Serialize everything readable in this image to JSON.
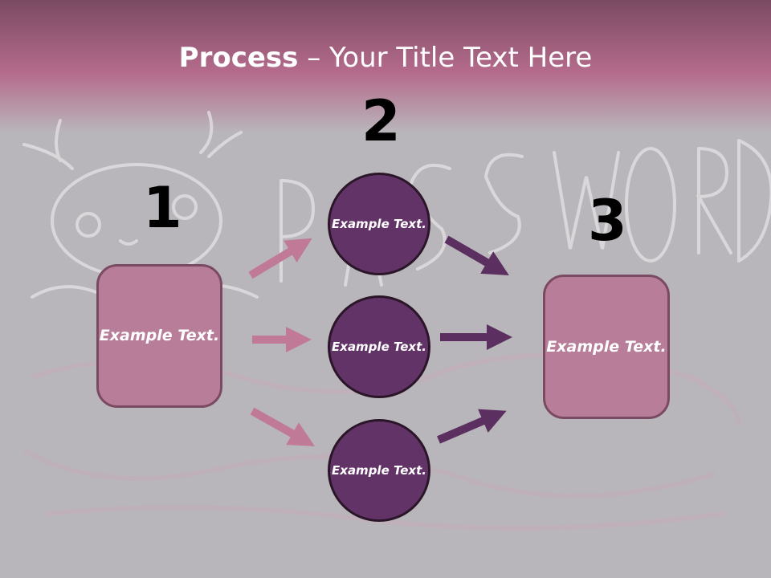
{
  "title": {
    "bold": "Process",
    "sep": " – ",
    "rest": "Your Title Text Here"
  },
  "steps": {
    "one": "1",
    "two": "2",
    "three": "3"
  },
  "left_box": {
    "text": "Example Text."
  },
  "circles": [
    {
      "text": "Example Text."
    },
    {
      "text": "Example Text."
    },
    {
      "text": "Example Text."
    }
  ],
  "right_box": {
    "text": "Example Text."
  },
  "colors": {
    "header": "#b66d8f",
    "light_arrow": "#c07a98",
    "dark_arrow": "#5b2f5f",
    "circle": "#623367"
  }
}
